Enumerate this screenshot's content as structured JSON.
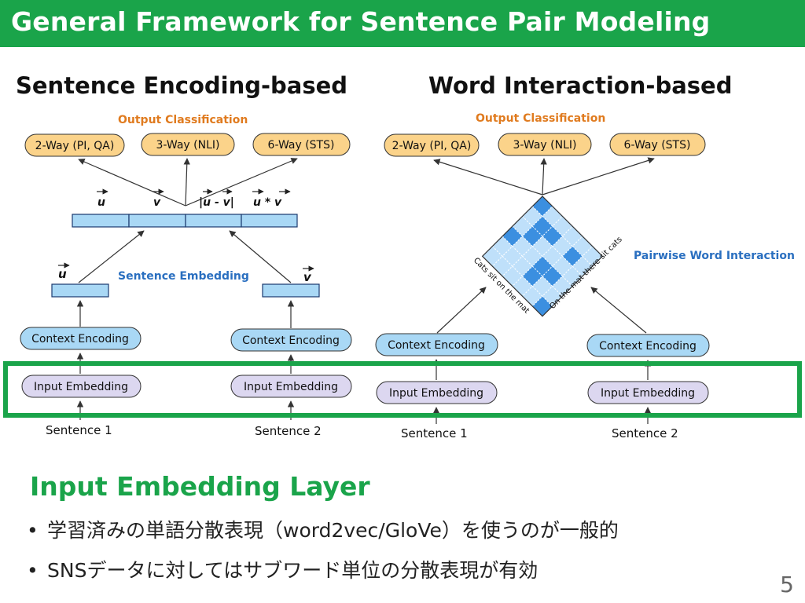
{
  "slide": {
    "title": "General Framework for Sentence Pair Modeling",
    "page_number": "5",
    "accent_color": "#1aa44a"
  },
  "left_panel": {
    "heading": "Sentence Encoding-based",
    "output_classification": "Output Classification",
    "outputs": [
      "2-Way (PI, QA)",
      "3-Way (NLI)",
      "6-Way (STS)"
    ],
    "combo_labels": [
      "u",
      "v",
      "|u - v|",
      "u * v"
    ],
    "vec_u": "u",
    "vec_v": "v",
    "sentence_embedding": "Sentence Embedding",
    "context_encoding": "Context Encoding",
    "input_embedding": "Input Embedding",
    "sentences": [
      "Sentence 1",
      "Sentence 2"
    ]
  },
  "right_panel": {
    "heading": "Word Interaction-based",
    "output_classification": "Output Classification",
    "outputs": [
      "2-Way (PI, QA)",
      "3-Way (NLI)",
      "6-Way (STS)"
    ],
    "pairwise": "Pairwise Word Interaction",
    "context_encoding": "Context Encoding",
    "input_embedding": "Input Embedding",
    "sentences": [
      "Sentence 1",
      "Sentence 2"
    ],
    "grid_words_left": "Cats  sit  on  the  mat",
    "grid_words_right": "On the mat there sit cats"
  },
  "colors": {
    "output_fill": "#fbd38a",
    "context_fill": "#a9d8f5",
    "input_fill": "#dcd7f0",
    "label_orange": "#e07b1f",
    "label_blue": "#2a6fc0",
    "vector_fill": "#a9d8f5",
    "grid_light": "#bfe0fa",
    "grid_dark": "#3b8fe0"
  },
  "bottom": {
    "heading": "Input Embedding Layer",
    "bullets": [
      "学習済みの単語分散表現（word2vec/GloVe）を使うのが一般的",
      "SNSデータに対してはサブワード単位の分散表現が有効"
    ]
  }
}
